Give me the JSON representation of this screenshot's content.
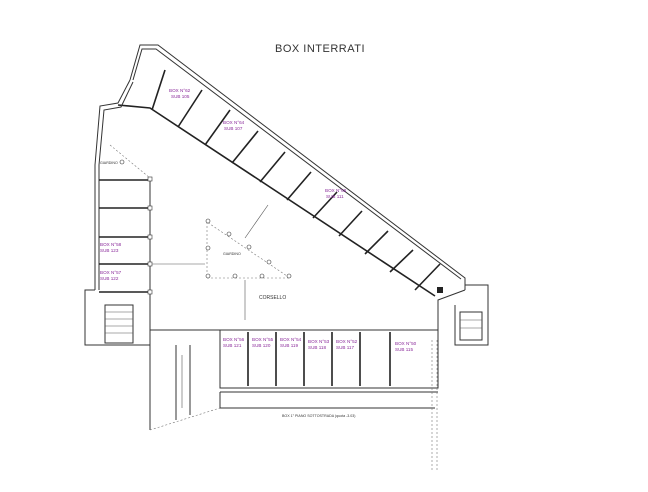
{
  "title": "BOX INTERRATI",
  "labels": {
    "corsello": "CORSELLO",
    "giardino_1": "GIARDINO",
    "giardino_2": "GIARDINO",
    "lower_level": "BOX 1° PIANO SOTTOSTRADA (quota -3.03)"
  },
  "boxes": [
    {
      "box": "BOX N°62",
      "sub": "SUB 105"
    },
    {
      "box": "BOX N°64",
      "sub": "SUB 107"
    },
    {
      "box": "BOX N°68",
      "sub": "SUB 111"
    },
    {
      "box": "BOX N°58",
      "sub": "SUB 123"
    },
    {
      "box": "BOX N°57",
      "sub": "SUB 122"
    },
    {
      "box": "BOX N°56",
      "sub": "SUB 121"
    },
    {
      "box": "BOX N°55",
      "sub": "SUB 120"
    },
    {
      "box": "BOX N°54",
      "sub": "SUB 119"
    },
    {
      "box": "BOX N°53",
      "sub": "SUB 118"
    },
    {
      "box": "BOX N°52",
      "sub": "SUB 117"
    },
    {
      "box": "BOX N°50",
      "sub": "SUB 115"
    }
  ],
  "colors": {
    "box_label": "#8a2a9a",
    "lines": "#333333"
  }
}
